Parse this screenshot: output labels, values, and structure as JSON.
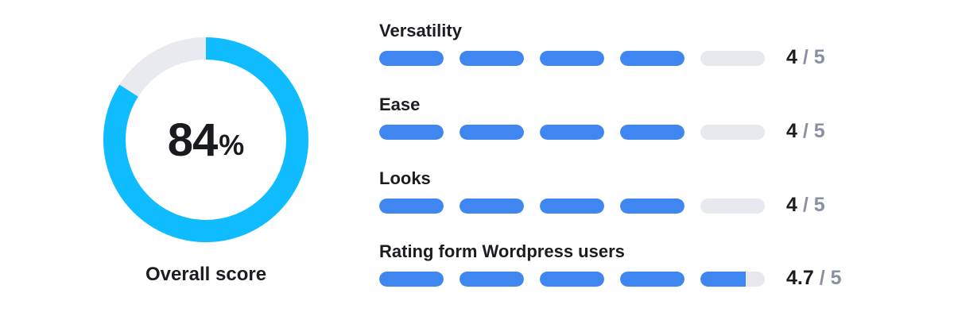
{
  "overall": {
    "percent_value": "84",
    "percent_symbol": "%",
    "fraction": 0.84,
    "label": "Overall score",
    "accent_color": "#0fbcff",
    "track_color": "#e8eaef"
  },
  "ratings": [
    {
      "title": "Versatility",
      "value": "4",
      "slash": " / ",
      "max": "5",
      "score": 4
    },
    {
      "title": "Ease",
      "value": "4",
      "slash": " / ",
      "max": "5",
      "score": 4
    },
    {
      "title": "Looks",
      "value": "4",
      "slash": " / ",
      "max": "5",
      "score": 4
    },
    {
      "title": "Rating form Wordpress users",
      "value": "4.7",
      "slash": " / ",
      "max": "5",
      "score": 4.7
    }
  ],
  "colors": {
    "bar_fill": "#3f86f1",
    "bar_track": "#e7e9ee",
    "denominator": "#8990a3",
    "text": "#1c1d21"
  }
}
